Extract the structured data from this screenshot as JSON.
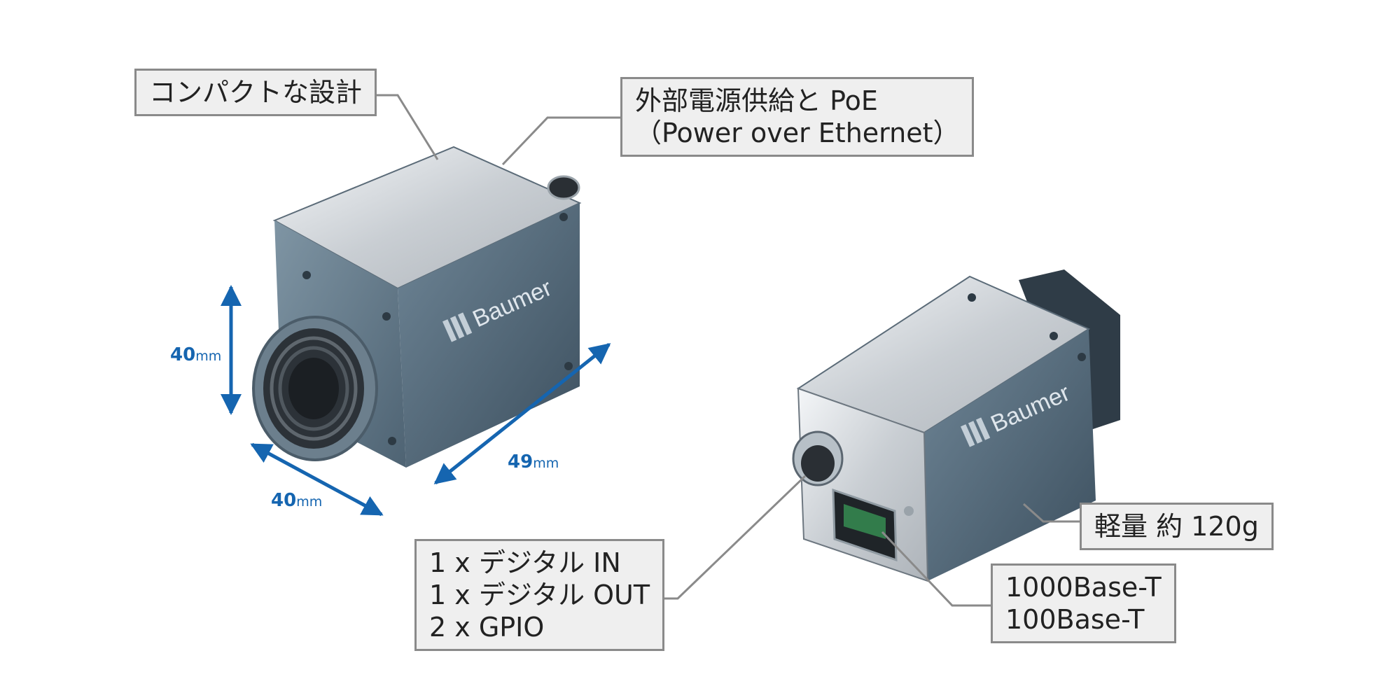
{
  "callouts": {
    "compact": [
      "コンパクトな設計"
    ],
    "power": [
      "外部電源供給と PoE",
      "（Power over Ethernet）"
    ],
    "io": [
      "1 x デジタル IN",
      "1 x デジタル OUT",
      "2 x GPIO"
    ],
    "weight": [
      "軽量 約 120g"
    ],
    "network": [
      "1000Base-T",
      "100Base-T"
    ]
  },
  "dimensions": {
    "height": {
      "value": "40",
      "unit": "mm"
    },
    "width": {
      "value": "40",
      "unit": "mm"
    },
    "length": {
      "value": "49",
      "unit": "mm"
    }
  },
  "brand": "Baumer",
  "colors": {
    "dimension": "#1565b0",
    "leader": "#8a8a8a",
    "callout_bg": "#efefef"
  }
}
